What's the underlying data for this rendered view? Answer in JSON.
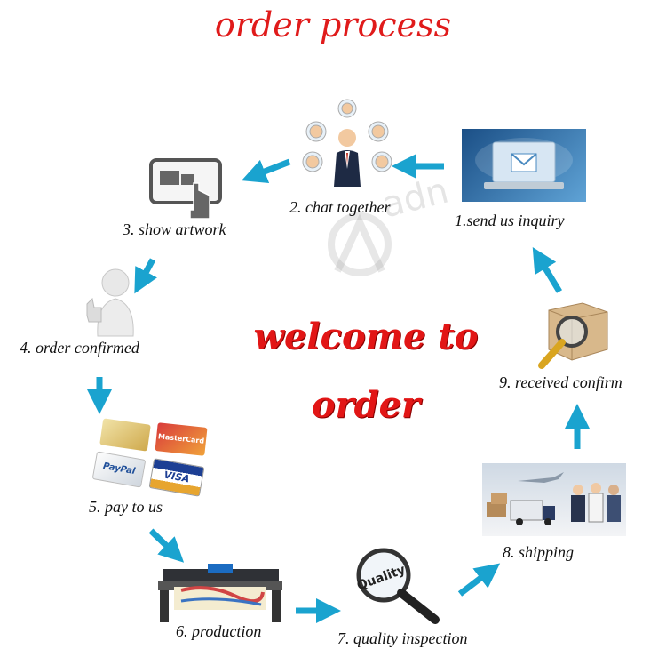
{
  "title": "order process",
  "center_text": {
    "line1": "welcome to",
    "line2": "order"
  },
  "watermark": "adn",
  "steps": [
    {
      "label": "1.send us inquiry",
      "icon": "laptop-email-icon"
    },
    {
      "label": "2. chat together",
      "icon": "business-people-chat-icon"
    },
    {
      "label": "3. show artwork",
      "icon": "touch-screen-icon"
    },
    {
      "label": "4. order confirmed",
      "icon": "thumbs-up-figure-icon"
    },
    {
      "label": "5. pay to us",
      "icon": "payment-cards-icon"
    },
    {
      "label": "6. production",
      "icon": "textile-printer-icon"
    },
    {
      "label": "7. quality inspection",
      "icon": "quality-magnifier-icon"
    },
    {
      "label": "8. shipping",
      "icon": "shipping-logistics-icon"
    },
    {
      "label": "9. received confirm",
      "icon": "package-magnifier-icon"
    }
  ],
  "cards": {
    "mastercard": "MasterCard",
    "paypal": "PayPal",
    "visa": "VISA"
  },
  "quality_word": "Quality",
  "colors": {
    "title": "#e01b1b",
    "arrow": "#1aa3cf",
    "text": "#111111"
  }
}
